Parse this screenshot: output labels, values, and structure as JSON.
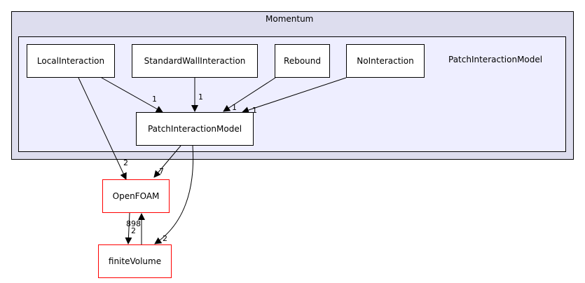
{
  "outer_package": {
    "title": "Momentum"
  },
  "inner_package": {
    "title": "PatchInteractionModel"
  },
  "nodes": {
    "local_interaction": "LocalInteraction",
    "standard_wall_interaction": "StandardWallInteraction",
    "rebound": "Rebound",
    "no_interaction": "NoInteraction",
    "patch_interaction_model": "PatchInteractionModel",
    "openfoam": "OpenFOAM",
    "finite_volume": "finiteVolume"
  },
  "edge_labels": {
    "local_to_pim": "1",
    "standard_to_pim": "1",
    "rebound_to_pim": "1",
    "no_to_pim": "1",
    "local_to_openfoam": "2",
    "pim_to_openfoam": "7",
    "pim_to_finitevolume": "2",
    "openfoam_to_finitevolume": "2",
    "finitevolume_to_openfoam": "898"
  },
  "colors": {
    "outer_fill": "#ddddee",
    "outer_border": "#000000",
    "inner_fill": "#eeeeff",
    "node_border": "#000000",
    "external_border": "#ff0000",
    "edge": "#000000"
  }
}
